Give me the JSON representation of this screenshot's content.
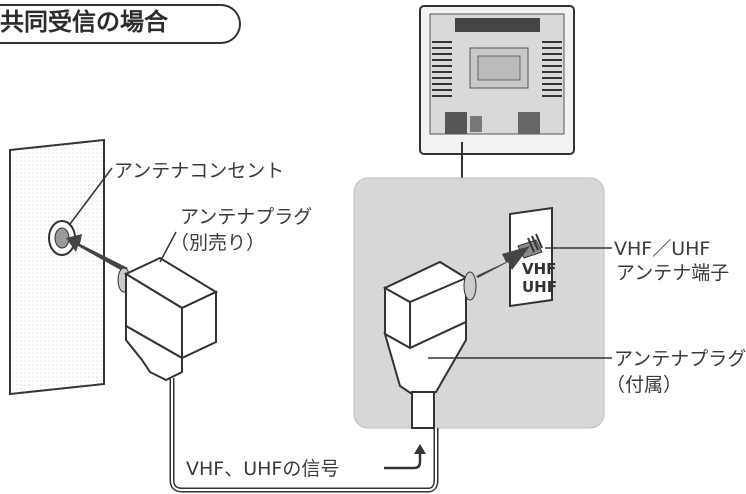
{
  "title": "共同受信の場合",
  "labels": {
    "wall_outlet": "アンテナコンセント",
    "plug_separate": "アンテナプラグ",
    "plug_separate_note": "（別売り）",
    "tv_terminal": "VHF／UHF",
    "tv_terminal_2": "アンテナ端子",
    "plug_included": "アンテナプラグ",
    "plug_included_note": "（付属）",
    "signal": "VHF、UHFの信号"
  },
  "jack": {
    "line1": "VHF",
    "line2": "UHF"
  },
  "colors": {
    "panel": "#d7d7d7",
    "line": "#333333",
    "fill": "#ffffff"
  }
}
